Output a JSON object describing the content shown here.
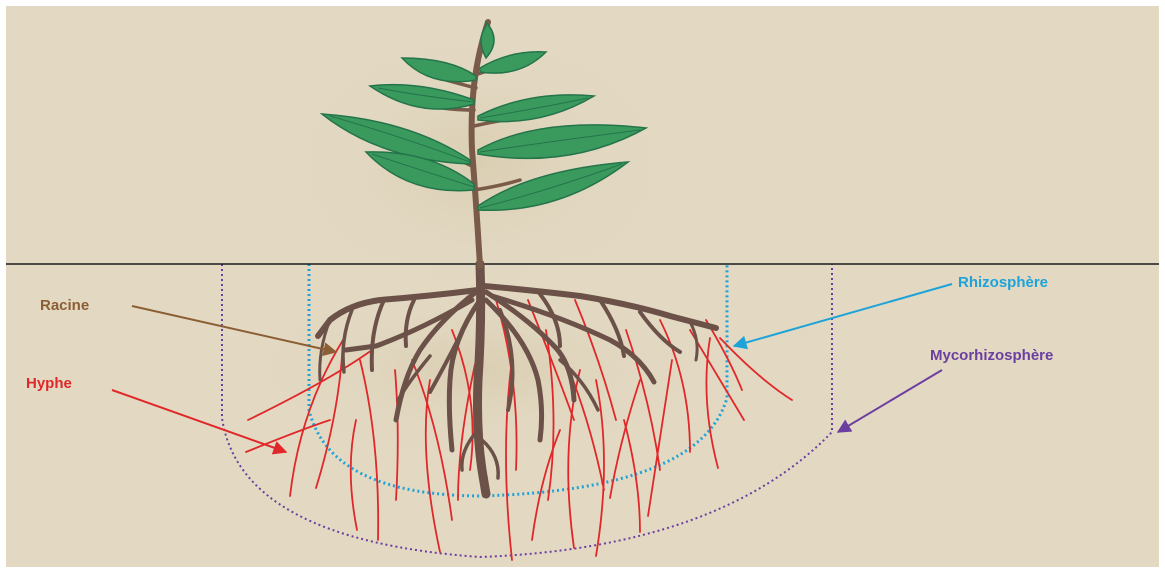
{
  "labels": {
    "racine": "Racine",
    "hyphe": "Hyphe",
    "rhizosphere": "Rhizosphère",
    "mycorhizosphere": "Mycorhizosphère"
  },
  "colors": {
    "background": "#e3d9c3",
    "ground_line": "#1a1a1a",
    "stem": "#7a5a48",
    "leaf": "#3a9a5e",
    "leaf_dark": "#24744a",
    "root": "#6b5148",
    "racine": "#8b5e34",
    "hyphe": "#e0282a",
    "rhizosphere": "#1ea3d8",
    "mycorhizosphere": "#6b3fa0"
  }
}
